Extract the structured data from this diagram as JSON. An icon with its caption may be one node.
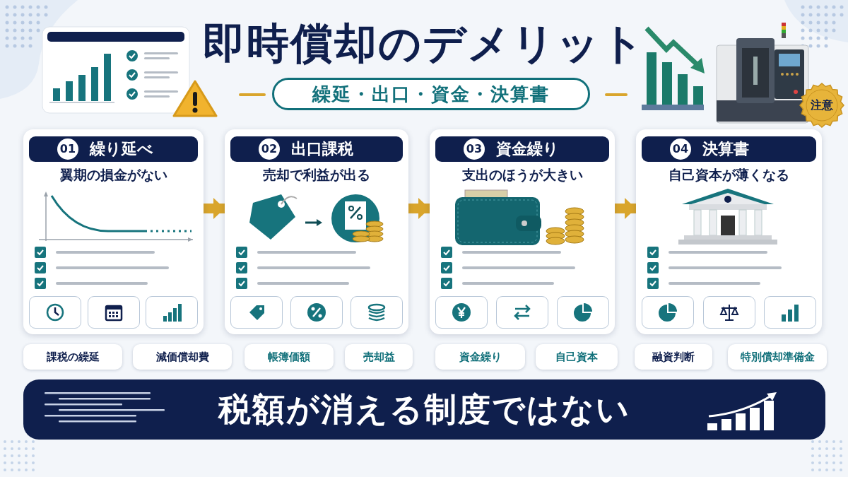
{
  "diagram": {
    "title": "即時償却のデメリット",
    "nodes": [
      {
        "text": [
          "繰延・出口・資金・決算書"
        ]
      },
      {
        "text": [
          "01",
          "繰り延べ",
          "翼期の損金がない"
        ]
      },
      {
        "text": [
          "02",
          "出口課税",
          "売却で利益が出る"
        ]
      },
      {
        "text": [
          "03",
          "資金繰り",
          "支出のほうが大きい"
        ]
      },
      {
        "text": [
          "04",
          "決算書",
          "自己資本が薄くなる"
        ]
      },
      {
        "text": [
          "課税の繰延"
        ]
      },
      {
        "text": [
          "減価償却費"
        ]
      },
      {
        "text": [
          "帳簿価額"
        ]
      },
      {
        "text": [
          "売却益"
        ]
      },
      {
        "text": [
          "資金繰り"
        ]
      },
      {
        "text": [
          "自己資本"
        ]
      },
      {
        "text": [
          "融資判断"
        ]
      },
      {
        "text": [
          "特別償却準備金"
        ]
      },
      {
        "text": [
          "税額が消える制度ではない"
        ]
      },
      {
        "text": [
          "注意"
        ]
      }
    ],
    "edges": [
      {
        "from": 1,
        "to": 2,
        "arrow": "to"
      },
      {
        "from": 2,
        "to": 3,
        "arrow": "to"
      },
      {
        "from": 3,
        "to": 4,
        "arrow": "to"
      }
    ]
  }
}
